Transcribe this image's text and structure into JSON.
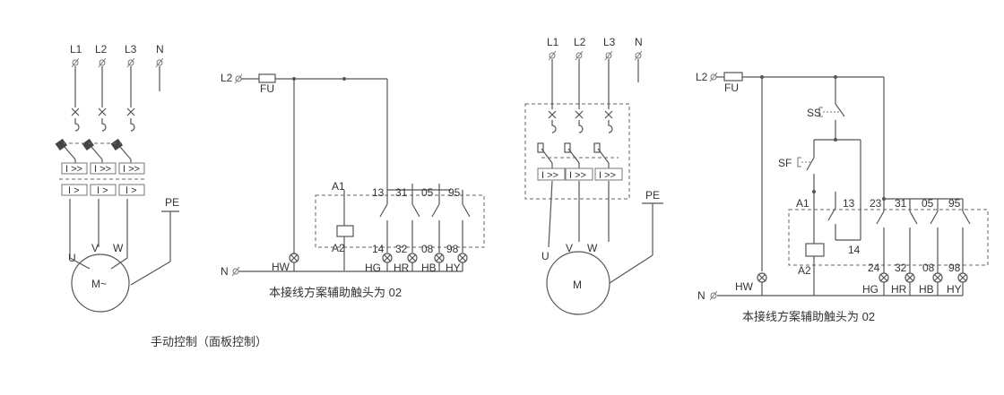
{
  "colors": {
    "line": "#555555",
    "text": "#333333",
    "background": "#ffffff"
  },
  "diagram1": {
    "phases": [
      "L1",
      "L2",
      "L3",
      "N"
    ],
    "motor_phases": [
      "U",
      "V",
      "W"
    ],
    "motor": "M~",
    "pe": "PE",
    "trip_label_i": "I >>",
    "trip_label_ii": "I >",
    "caption": "手动控制（面板控制）"
  },
  "diagram2": {
    "supply": "L2",
    "fuse": "FU",
    "neutral": "N",
    "terminal_top": [
      "A1",
      "13",
      "31",
      "05",
      "95"
    ],
    "terminal_bottom": [
      "A2",
      "14",
      "32",
      "08",
      "98"
    ],
    "lamps": [
      "HW",
      "HG",
      "HR",
      "HB",
      "HY"
    ],
    "caption": "本接线方案辅助触头为 02"
  },
  "diagram3": {
    "phases": [
      "L1",
      "L2",
      "L3",
      "N"
    ],
    "motor_phases": [
      "U",
      "V",
      "W"
    ],
    "motor": "M",
    "pe": "PE",
    "trip_label": "I >>"
  },
  "diagram4": {
    "supply": "L2",
    "fuse": "FU",
    "neutral": "N",
    "stop_button": "SS",
    "start_button": "SF",
    "terminal_top": [
      "A1",
      "13",
      "23",
      "31",
      "05",
      "95"
    ],
    "terminal_bottom": [
      "A2",
      "14",
      "24",
      "32",
      "08",
      "98"
    ],
    "lamps": [
      "HW",
      "HG",
      "HR",
      "HB",
      "HY"
    ],
    "caption": "本接线方案辅助触头为 02"
  }
}
